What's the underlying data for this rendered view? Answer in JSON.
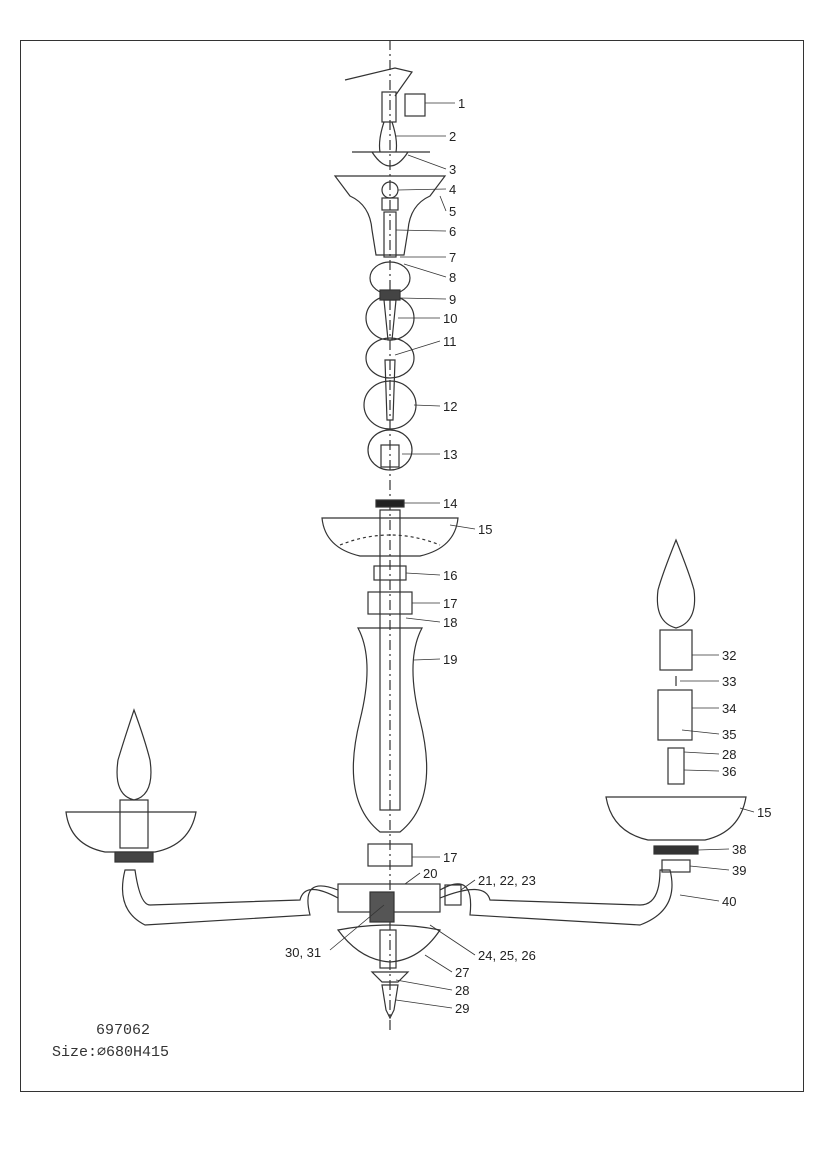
{
  "model_number": "697062",
  "size": "Size:⌀680H415",
  "parts": [
    "1",
    "2",
    "3",
    "4",
    "5",
    "6",
    "7",
    "8",
    "9",
    "10",
    "11",
    "12",
    "13",
    "14",
    "15",
    "16",
    "17",
    "18",
    "19",
    "17",
    "20",
    "21, 22, 23",
    "30, 31",
    "24, 25, 26",
    "27",
    "28",
    "29",
    "32",
    "33",
    "34",
    "35",
    "28",
    "36",
    "15",
    "38",
    "39",
    "40"
  ]
}
